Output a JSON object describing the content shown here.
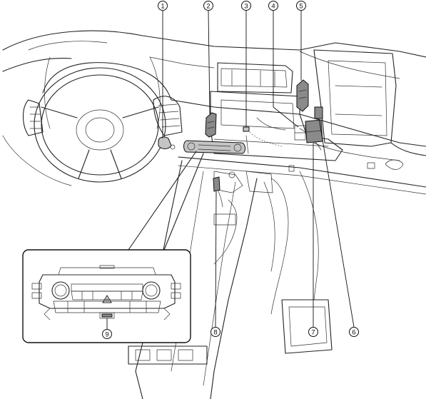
{
  "callouts": [
    {
      "label": "1"
    },
    {
      "label": "2"
    },
    {
      "label": "3"
    },
    {
      "label": "4"
    },
    {
      "label": "5"
    },
    {
      "label": "6"
    },
    {
      "label": "7"
    },
    {
      "label": "8"
    },
    {
      "label": "9"
    }
  ],
  "colors": {
    "line": "#222222",
    "highlighted_part": "#8a8a8a",
    "background": "#ffffff"
  },
  "icons": [
    "hazard-triangle-icon"
  ]
}
